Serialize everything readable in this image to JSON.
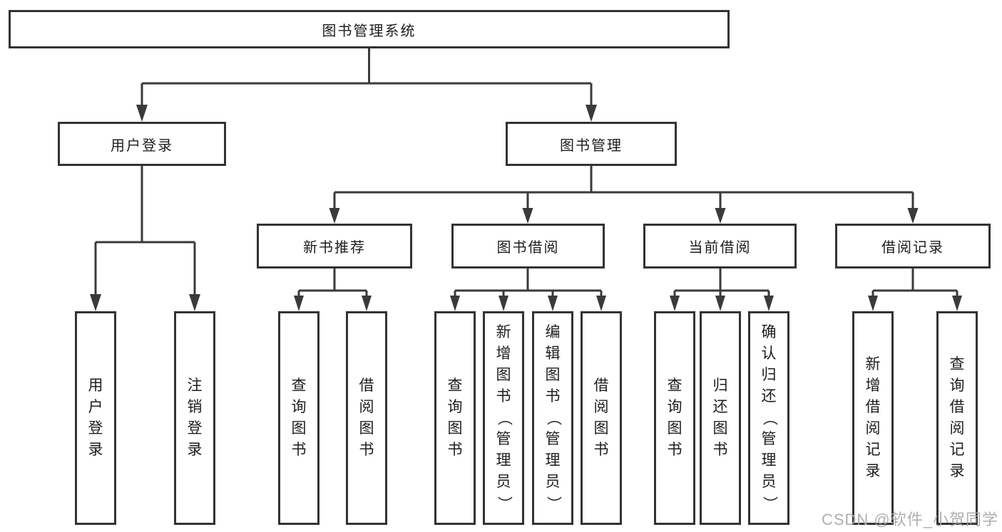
{
  "diagram": {
    "root": {
      "label": "图书管理系统"
    },
    "branches": [
      {
        "label": "用户登录",
        "children": [
          {
            "label": "用户登录"
          },
          {
            "label": "注销登录"
          }
        ]
      },
      {
        "label": "图书管理",
        "children": [
          {
            "label": "新书推荐",
            "children": [
              {
                "label": "查询图书"
              },
              {
                "label": "借阅图书"
              }
            ]
          },
          {
            "label": "图书借阅",
            "children": [
              {
                "label": "查询图书"
              },
              {
                "label": "新增图书（管理员）"
              },
              {
                "label": "编辑图书（管理员）"
              },
              {
                "label": "借阅图书"
              }
            ]
          },
          {
            "label": "当前借阅",
            "children": [
              {
                "label": "查询图书"
              },
              {
                "label": "归还图书"
              },
              {
                "label": "确认归还（管理员）"
              }
            ]
          },
          {
            "label": "借阅记录",
            "children": [
              {
                "label": "新增借阅记录"
              },
              {
                "label": "查询借阅记录"
              }
            ]
          }
        ]
      }
    ]
  },
  "watermark": {
    "text": "CSDN @软件_小贺同学"
  },
  "colors": {
    "line": "#3a3a3a",
    "box_border": "#333333",
    "box_fill": "#ffffff",
    "text": "#1d1d1d",
    "watermark": "#a8a8a8"
  }
}
